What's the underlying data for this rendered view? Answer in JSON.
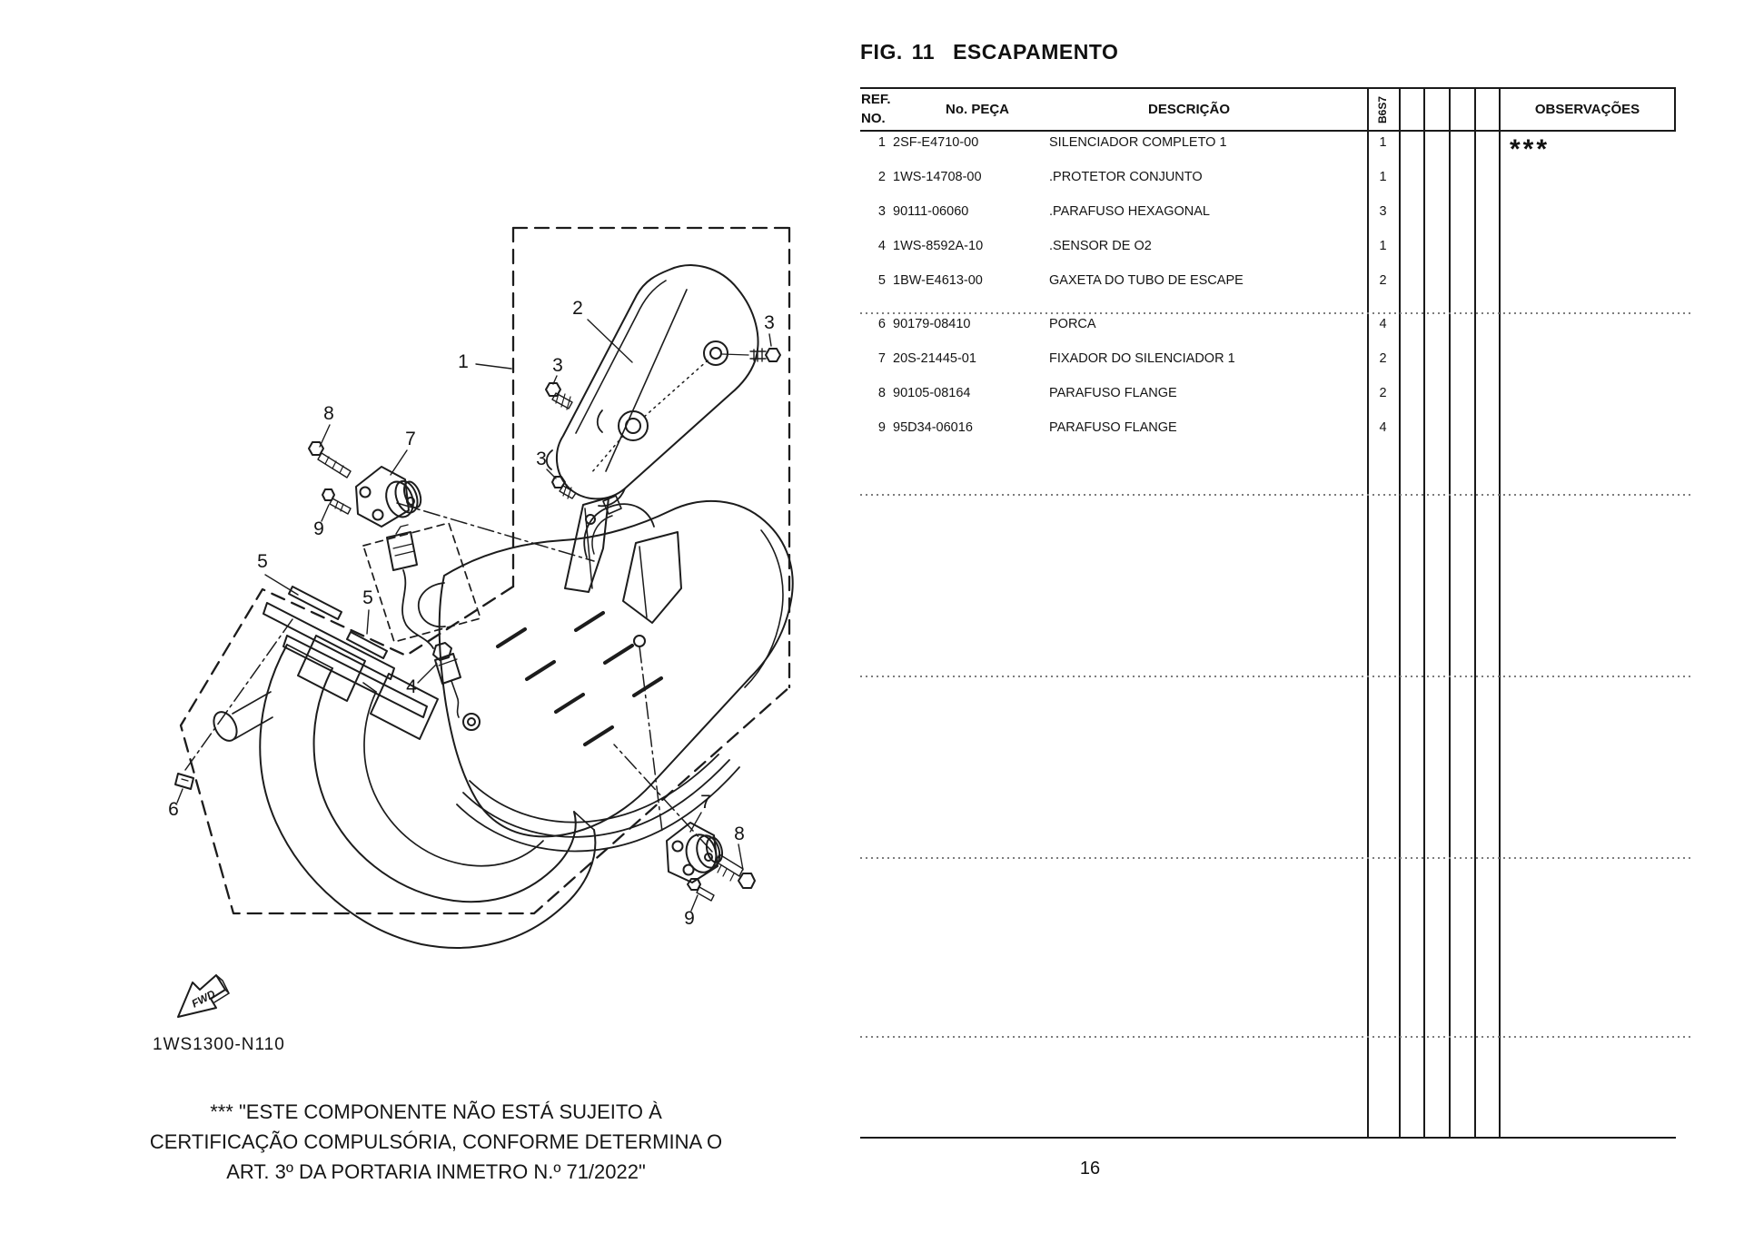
{
  "page": {
    "number": "16"
  },
  "figure": {
    "label": "FIG.",
    "number": "11",
    "title": "ESCAPAMENTO"
  },
  "diagram": {
    "drawing_code": "1WS1300-N110",
    "fwd_label": "FWD",
    "callouts": [
      {
        "label": "1"
      },
      {
        "label": "2"
      },
      {
        "label": "3"
      },
      {
        "label": "3"
      },
      {
        "label": "3"
      },
      {
        "label": "8"
      },
      {
        "label": "7"
      },
      {
        "label": "9"
      },
      {
        "label": "5"
      },
      {
        "label": "5"
      },
      {
        "label": "4"
      },
      {
        "label": "6"
      },
      {
        "label": "7"
      },
      {
        "label": "8"
      },
      {
        "label": "9"
      }
    ]
  },
  "table": {
    "headers": {
      "ref_line1": "REF.",
      "ref_line2": "NO.",
      "part": "No. PEÇA",
      "desc": "DESCRIÇÃO",
      "model_code": "B6S7",
      "obs": "OBSERVAÇÕES"
    },
    "rows": [
      {
        "ref": "1",
        "part": "2SF-E4710-00",
        "desc": "SILENCIADOR COMPLETO 1",
        "qty": "1",
        "obs": "***"
      },
      {
        "ref": "2",
        "part": "1WS-14708-00",
        "desc": ".PROTETOR CONJUNTO",
        "qty": "1",
        "obs": ""
      },
      {
        "ref": "3",
        "part": "90111-06060",
        "desc": ".PARAFUSO HEXAGONAL",
        "qty": "3",
        "obs": ""
      },
      {
        "ref": "4",
        "part": "1WS-8592A-10",
        "desc": ".SENSOR DE O2",
        "qty": "1",
        "obs": ""
      },
      {
        "ref": "5",
        "part": "1BW-E4613-00",
        "desc": "GAXETA DO TUBO DE ESCAPE",
        "qty": "2",
        "obs": ""
      },
      {
        "ref": "6",
        "part": "90179-08410",
        "desc": "PORCA",
        "qty": "4",
        "obs": ""
      },
      {
        "ref": "7",
        "part": "20S-21445-01",
        "desc": "FIXADOR DO SILENCIADOR 1",
        "qty": "2",
        "obs": ""
      },
      {
        "ref": "8",
        "part": "90105-08164",
        "desc": "PARAFUSO FLANGE",
        "qty": "2",
        "obs": ""
      },
      {
        "ref": "9",
        "part": "95D34-06016",
        "desc": "PARAFUSO FLANGE",
        "qty": "4",
        "obs": ""
      }
    ]
  },
  "note": {
    "line1": "*** \"ESTE COMPONENTE NÃO ESTÁ SUJEITO À",
    "line2": "CERTIFICAÇÃO COMPULSÓRIA, CONFORME DETERMINA O",
    "line3": "ART. 3º DA PORTARIA INMETRO N.º 71/2022\""
  }
}
